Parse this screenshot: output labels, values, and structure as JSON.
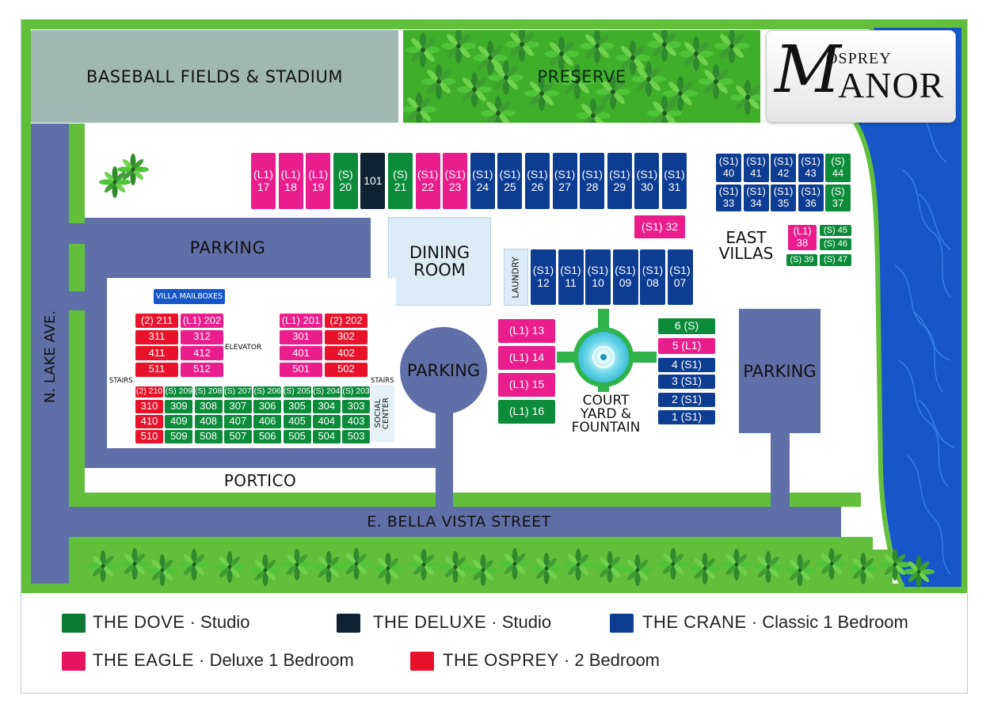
{
  "colors": {
    "dove": "#0c7a33",
    "deluxe": "#0d2233",
    "crane": "#0d3d92",
    "eagle": "#e8135e",
    "osprey": "#e8132b",
    "grass": "#62bf3c",
    "road": "#5f70a8",
    "water": "#1656c8"
  },
  "labels": {
    "baseball": "BASEBALL FIELDS & STADIUM",
    "preserve": "PRESERVE",
    "logo_small": "OSPREY",
    "logo_m": "M",
    "logo_rest": "ANOR",
    "parking": "PARKING",
    "dining": "DINING\nROOM",
    "laundry": "LAUNDRY",
    "east_villas": "EAST\nVILLAS",
    "villa_mailboxes": "VILLA MAILBOXES",
    "elevator": "ELEVATOR",
    "stairs": "STAIRS",
    "social_center": "SOCIAL\nCENTER",
    "courtyard": "COURT\nYARD &\nFOUNTAIN",
    "portico": "PORTICO",
    "street": "E. BELLA VISTA STREET",
    "avenue": "N. LAKE AVE."
  },
  "units": {
    "top_row": [
      {
        "t": "(L1)\n17",
        "c": "pk"
      },
      {
        "t": "(L1)\n18",
        "c": "pk"
      },
      {
        "t": "(L1)\n19",
        "c": "pk"
      },
      {
        "t": "(S)\n20",
        "c": "gr"
      },
      {
        "t": "101",
        "c": "dk"
      },
      {
        "t": "(S)\n21",
        "c": "gr"
      },
      {
        "t": "(S1)\n22",
        "c": "pk"
      },
      {
        "t": "(S1)\n23",
        "c": "pk"
      },
      {
        "t": "(S1)\n24",
        "c": "bl"
      },
      {
        "t": "(S1)\n25",
        "c": "bl"
      },
      {
        "t": "(S1)\n26",
        "c": "bl"
      },
      {
        "t": "(S1)\n27",
        "c": "bl"
      },
      {
        "t": "(S1)\n28",
        "c": "bl"
      },
      {
        "t": "(S1)\n29",
        "c": "bl"
      },
      {
        "t": "(S1)\n30",
        "c": "bl"
      },
      {
        "t": "(S1)\n31",
        "c": "bl"
      }
    ],
    "u32": "(S1) 32",
    "mid_row": [
      "(S1)\n12",
      "(S1)\n11",
      "(S1)\n10",
      "(S1)\n09",
      "(S1)\n08",
      "(S1)\n07"
    ],
    "east_top": [
      {
        "t": "(S1)\n40",
        "c": "bl"
      },
      {
        "t": "(S1)\n41",
        "c": "bl"
      },
      {
        "t": "(S1)\n42",
        "c": "bl"
      },
      {
        "t": "(S1)\n43",
        "c": "bl"
      },
      {
        "t": "(S)\n44",
        "c": "gr"
      }
    ],
    "east_bot": [
      {
        "t": "(S1)\n33",
        "c": "bl"
      },
      {
        "t": "(S1)\n34",
        "c": "bl"
      },
      {
        "t": "(S1)\n35",
        "c": "bl"
      },
      {
        "t": "(S1)\n36",
        "c": "bl"
      },
      {
        "t": "(S)\n37",
        "c": "gr"
      }
    ],
    "u38": "(L1)\n38",
    "u45": "(S) 45",
    "u46": "(S) 46",
    "u47": "(S) 47",
    "u39": "(S) 39",
    "left_stack": [
      "(L1) 13",
      "(L1) 14",
      "(L1) 15",
      "(L1) 16"
    ],
    "right_stack": [
      {
        "t": "6 (S)",
        "c": "gr"
      },
      {
        "t": "5 (L1)",
        "c": "pk"
      },
      {
        "t": "4 (S1)",
        "c": "bl"
      },
      {
        "t": "3 (S1)",
        "c": "bl"
      },
      {
        "t": "2 (S1)",
        "c": "bl"
      },
      {
        "t": "1 (S1)",
        "c": "bl"
      }
    ],
    "bldg_a": [
      [
        "(2) 211",
        "(L1) 202"
      ],
      [
        "311",
        "312"
      ],
      [
        "411",
        "412"
      ],
      [
        "511",
        "512"
      ]
    ],
    "bldg_b": [
      [
        "(L1) 201",
        "(2) 202"
      ],
      [
        "301",
        "302"
      ],
      [
        "401",
        "402"
      ],
      [
        "501",
        "502"
      ]
    ],
    "bldg_c_head": [
      "(2) 210",
      "(S) 209",
      "(S) 208",
      "(S) 207",
      "(S) 206",
      "(S) 205",
      "(S) 204",
      "(S) 203"
    ],
    "bldg_c_rows": [
      [
        "310",
        "309",
        "308",
        "307",
        "306",
        "305",
        "304",
        "303"
      ],
      [
        "410",
        "409",
        "408",
        "407",
        "406",
        "405",
        "404",
        "403"
      ],
      [
        "510",
        "509",
        "508",
        "507",
        "506",
        "505",
        "504",
        "503"
      ]
    ]
  },
  "legend": [
    {
      "name": "THE DOVE",
      "desc": "Studio",
      "color": "#0c7a33"
    },
    {
      "name": "THE DELUXE",
      "desc": "Studio",
      "color": "#0d2233"
    },
    {
      "name": "THE CRANE",
      "desc": "Classic 1 Bedroom",
      "color": "#0d3d92"
    },
    {
      "name": "THE EAGLE",
      "desc": "Deluxe 1 Bedroom",
      "color": "#e8135e"
    },
    {
      "name": "THE OSPREY",
      "desc": "2 Bedroom",
      "color": "#e8132b"
    }
  ],
  "legend_sep": "·"
}
